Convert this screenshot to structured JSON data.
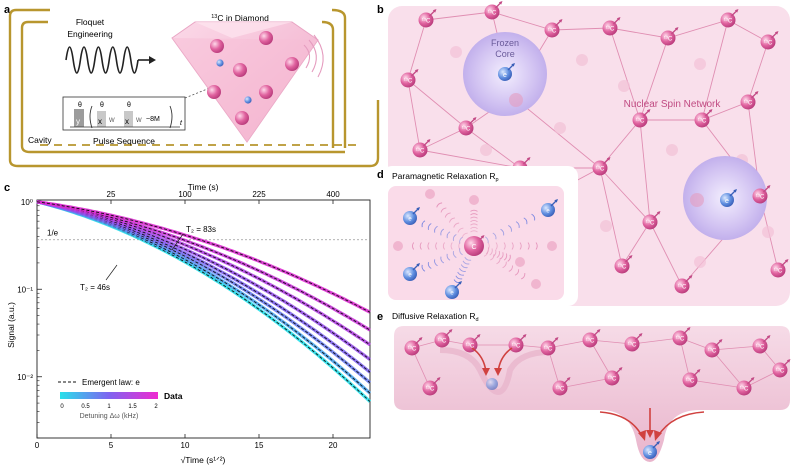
{
  "panel_letters": {
    "a": "a",
    "b": "b",
    "c": "c",
    "d": "d",
    "e": "e"
  },
  "panel_a": {
    "floquet": "Floquet",
    "engineering": "Engineering",
    "c13_in_diamond": "C in Diamond",
    "c13_super": "13",
    "cavity": "Cavity",
    "pulse_sequence": "Pulse Sequence",
    "theta": "θ",
    "y": "y",
    "x": "x",
    "w_symbol": "W",
    "times_8m": "~8M",
    "t_axis": "t"
  },
  "panel_b": {
    "frozen": "Frozen",
    "core": "Core",
    "network": "Nuclear Spin Network",
    "e_label": "e",
    "c_label": "C",
    "c_super": "13"
  },
  "panel_d": {
    "title": "Paramagnetic Relaxation R",
    "title_sub": "p"
  },
  "panel_e": {
    "title": "Diffusive Relaxation R",
    "title_sub": "d"
  },
  "chart_data": {
    "type": "line",
    "xlabel": "√Time (s¹ᐟ²)",
    "ylabel": "Signal (a.u.)",
    "top_xlabel": "Time (s)",
    "x_ticks": [
      0,
      5,
      10,
      15,
      20
    ],
    "top_ticks": [
      25,
      100,
      225,
      400
    ],
    "y_tick_labels": [
      "10⁰",
      "10⁻¹",
      "10⁻²"
    ],
    "xlim": [
      0,
      22.5
    ],
    "ylim_log10": [
      -2.7,
      0.02
    ],
    "yscale": "log",
    "one_over_e_label": "1/e",
    "one_over_e": 0.3679,
    "annotations": [
      {
        "text": "T₂ = 83s"
      },
      {
        "text": "T₂ = 46s"
      }
    ],
    "legend_emergent": "Emergent law: e",
    "legend_data": "Data",
    "colorbar_ticks": [
      "0",
      "0.5",
      "1",
      "1.5",
      "2"
    ],
    "colorbar_label": "Detuning Δω (kHz)",
    "series": [
      {
        "detuning": 0.0,
        "values_log10_at_x20": -1.9,
        "color": "#27e0ea"
      },
      {
        "detuning": 0.3,
        "values_log10_at_x20": -1.82,
        "color": "#4aa5ee"
      },
      {
        "detuning": 0.6,
        "values_log10_at_x20": -1.72,
        "color": "#6c7ef0"
      },
      {
        "detuning": 0.9,
        "values_log10_at_x20": -1.62,
        "color": "#7f64f0"
      },
      {
        "detuning": 1.2,
        "values_log10_at_x20": -1.5,
        "color": "#9850ec"
      },
      {
        "detuning": 1.5,
        "values_log10_at_x20": -1.36,
        "color": "#b240e4"
      },
      {
        "detuning": 1.8,
        "values_log10_at_x20": -1.22,
        "color": "#c934d8"
      },
      {
        "detuning": 2.0,
        "values_log10_at_x20": -1.05,
        "color": "#dc2bd0"
      }
    ]
  }
}
